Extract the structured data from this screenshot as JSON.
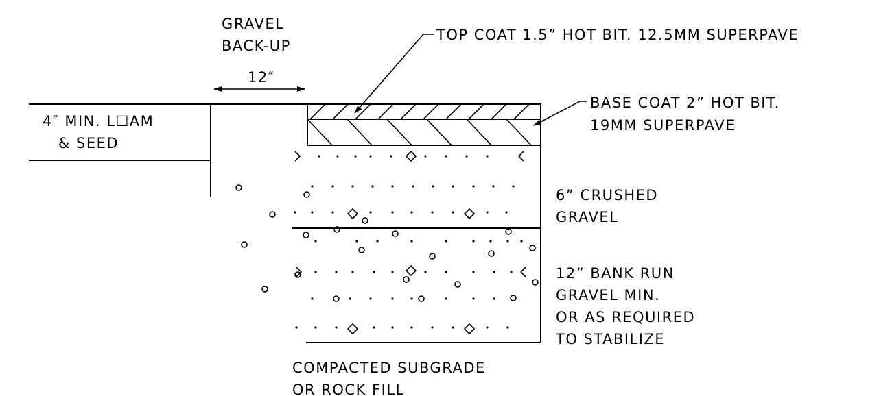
{
  "labels": {
    "gravel_backup_1": "GRAVEL",
    "gravel_backup_2": "BACK-UP",
    "dimension": "12″",
    "top_coat": "TOP COAT 1.5” HOT BIT. 12.5MM SUPERPAVE",
    "base_coat_1": "BASE COAT 2” HOT BIT.",
    "base_coat_2": "19MM SUPERPAVE",
    "loam_1": "4″ MIN. L☐AM",
    "loam_2": "& SEED",
    "crushed_1": "6” CRUSHED",
    "crushed_2": "GRAVEL",
    "bank_1": "12” BANK RUN",
    "bank_2": "GRAVEL MIN.",
    "bank_3": "OR AS REQUIRED",
    "bank_4": "TO STABILIZE",
    "subgrade_1": "COMPACTED SUBGRADE",
    "subgrade_2": "OR ROCK FILL"
  },
  "colors": {
    "line": "#000000",
    "background": "#ffffff"
  }
}
